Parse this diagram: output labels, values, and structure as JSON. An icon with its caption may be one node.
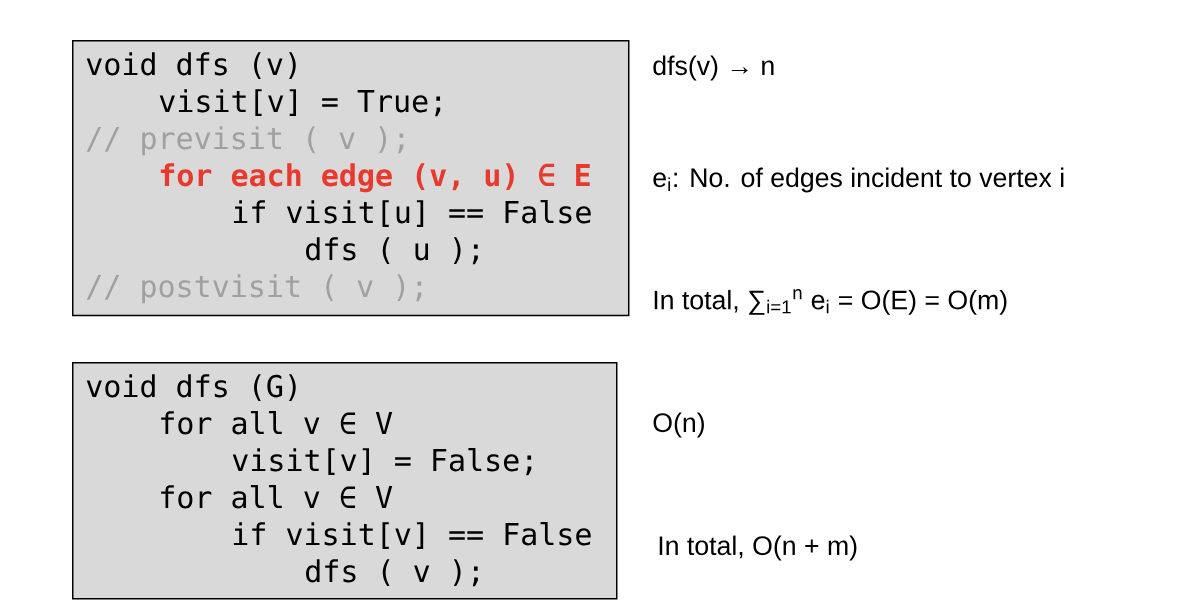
{
  "diagram": {
    "nodes": [
      {
        "text": [
          "void dfs (v)",
          "visit[v] = True;",
          "//  previsit ( v );",
          "for each edge (v, u) ∈ E",
          "if visit[u] == False",
          "dfs ( u );",
          "//  postvisit ( v );"
        ]
      },
      {
        "text": [
          "void dfs (G)",
          "for all v ∈ V",
          "visit[v] = False;",
          "for all v ∈ V",
          "if visit[v] == False",
          "dfs ( v );"
        ]
      }
    ],
    "labels": [
      "dfs(v) → n",
      "e$_{i}$: No. of edges incident to vertex i",
      "In total, ∑$_{i=1}$$^{n}$ e$_{i}$ = O(E) = O(m)",
      "O(n)",
      "In total, O(n + m)"
    ]
  }
}
